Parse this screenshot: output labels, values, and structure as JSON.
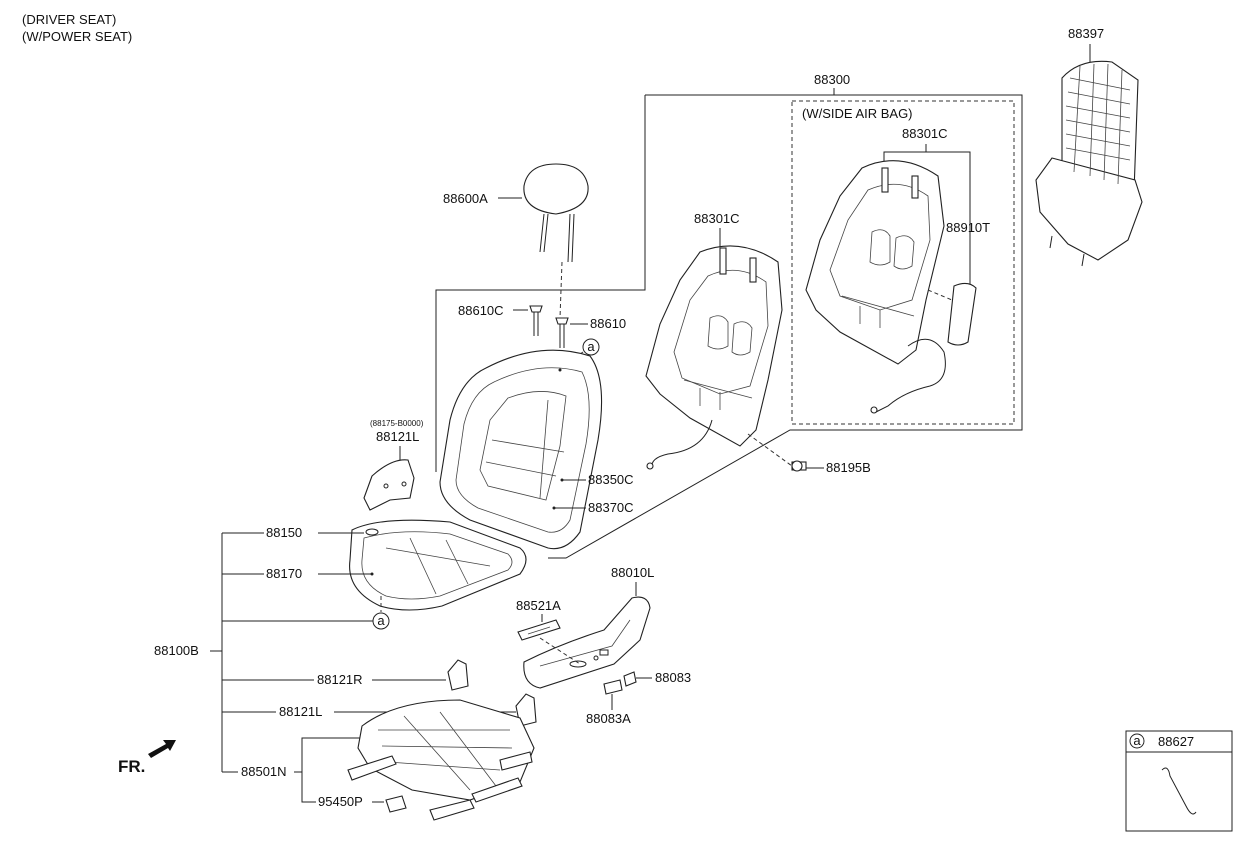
{
  "header": {
    "line1": "(DRIVER SEAT)",
    "line2": "(W/POWER SEAT)"
  },
  "parts": {
    "p88397": "88397",
    "p88300": "88300",
    "side_air_bag": "(W/SIDE AIR BAG)",
    "p88301C_right": "88301C",
    "p88910T": "88910T",
    "p88301C_left": "88301C",
    "p88600A": "88600A",
    "p88610C": "88610C",
    "p88610": "88610",
    "marker_a_top": "a",
    "sub_88175": "(88175-B0000)",
    "p88121L_top": "88121L",
    "p88350C": "88350C",
    "p88370C": "88370C",
    "p88195B": "88195B",
    "p88150": "88150",
    "p88170": "88170",
    "marker_a_mid": "a",
    "p88010L": "88010L",
    "p88521A": "88521A",
    "p88100B": "88100B",
    "p88121R": "88121R",
    "p88083": "88083",
    "p88121L_bottom": "88121L",
    "p88083A": "88083A",
    "p88501N": "88501N",
    "p95450P": "95450P",
    "fr": "FR."
  },
  "legend_box": {
    "marker": "a",
    "part": "88627"
  }
}
